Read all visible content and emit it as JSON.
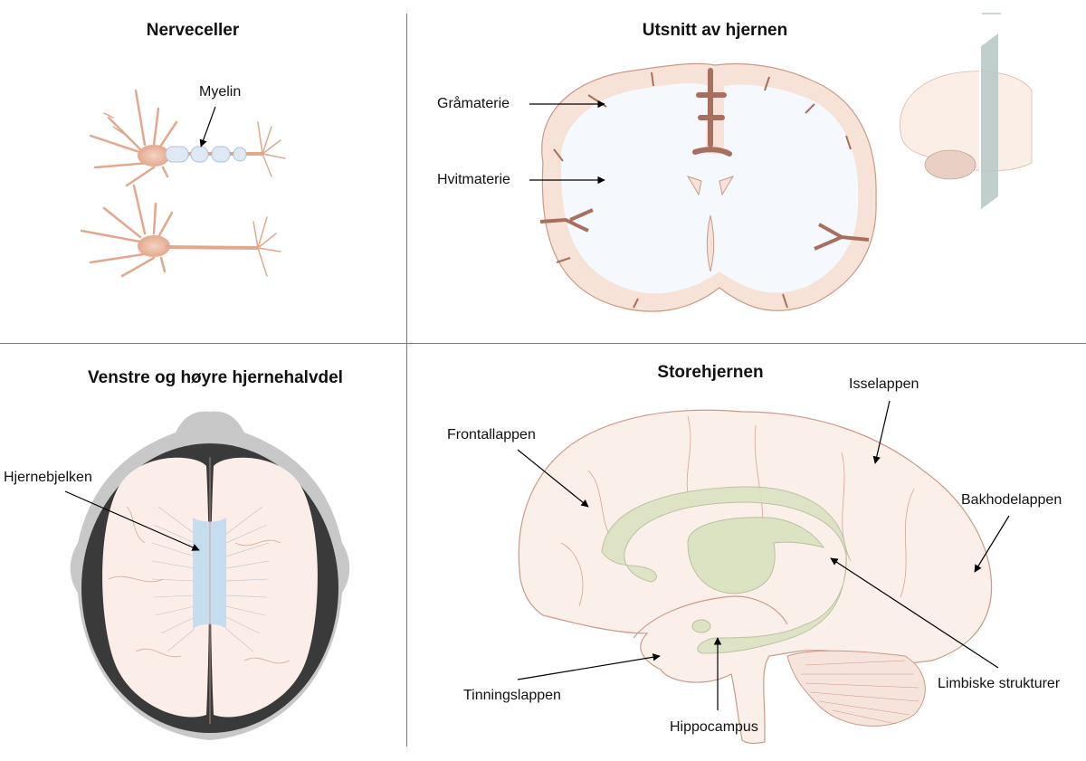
{
  "panels": {
    "neurons": {
      "title": "Nerveceller",
      "labels": {
        "myelin": "Myelin"
      }
    },
    "section": {
      "title": "Utsnitt av hjernen",
      "labels": {
        "gray_matter": "Gråmaterie",
        "white_matter": "Hvitmaterie"
      }
    },
    "hemispheres": {
      "title": "Venstre og høyre hjernehalvdel",
      "labels": {
        "corpus_callosum": "Hjernebjelken"
      }
    },
    "cerebrum": {
      "title": "Storehjernen",
      "labels": {
        "frontal": "Frontallappen",
        "parietal": "Isselappen",
        "occipital": "Bakhodelappen",
        "limbic": "Limbiske strukturer",
        "temporal": "Tinningslappen",
        "hippocampus": "Hippocampus"
      }
    }
  },
  "colors": {
    "tissue": "#f6e2d6",
    "tissue_stroke": "#c99a88",
    "neuron": "#e8b59c",
    "myelin": "#dfe9f4",
    "sulcus": "#a86f5f",
    "white_matter": "#f5f9fd",
    "limbic": "#dce3c3",
    "skull": "#c8c8c8",
    "skull_inner": "#3a3a3a",
    "callosum": "#c6dcef"
  }
}
